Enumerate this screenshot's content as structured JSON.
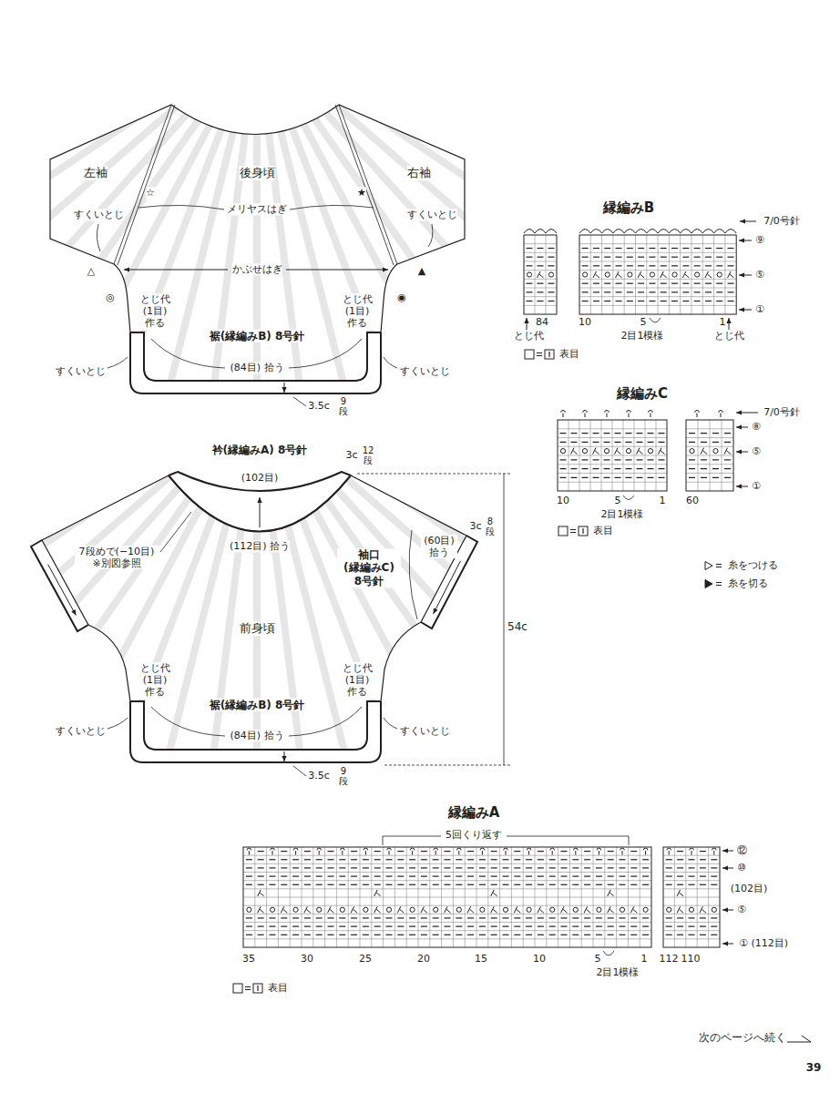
{
  "diagram": {
    "nodes": [
      {
        "text": [
          "左袖",
          "後身頃",
          "右袖"
        ]
      },
      {
        "text": [
          "前身頃"
        ]
      },
      {
        "text": [
          "縁編みB"
        ]
      },
      {
        "text": [
          "縁編みC"
        ]
      },
      {
        "text": [
          "縁編みA"
        ]
      }
    ],
    "labels": [
      "すくいとじ",
      "☆",
      "メリヤスはぎ",
      "★",
      "すくいとじ",
      "△",
      "かぶせはぎ",
      "▲",
      "◎",
      "とじ代 (1目) 作る",
      "とじ代 (1目) 作る",
      "◉",
      "裾(縁編みB) 8号針",
      "すくいとじ",
      "(84目) 拾う",
      "すくいとじ",
      "3.5c",
      "9段",
      "衿(縁編みA) 8号針",
      "3c",
      "12段",
      "(102目)",
      "7段めで(−10目) ※別図参照",
      "(112目) 拾う",
      "3c",
      "8段",
      "袖口 (縁編みC) 8号針",
      "(60目) 拾う",
      "54c",
      "とじ代 (1目) 作る",
      "とじ代 (1目) 作る",
      "裾(縁編みB) 8号針",
      "すくいとじ",
      "(84目) 拾う",
      "すくいとじ",
      "3.5c",
      "9段",
      "7/0号針",
      "⑨",
      "⑤",
      "①",
      "84",
      "10",
      "5",
      "1",
      "2目1模様",
      "とじ代",
      "とじ代",
      "7/0号針",
      "⑧",
      "⑤",
      "①",
      "10",
      "5",
      "1",
      "60",
      "2目1模様",
      "5回くり返す",
      "⑫",
      "⑩",
      "(102目)",
      "⑤",
      "① (112目)",
      "35",
      "30",
      "25",
      "20",
      "15",
      "10",
      "5",
      "1",
      "112",
      "110",
      "2目1模様",
      "次のページへ続く",
      "39"
    ],
    "legend": [
      {
        "text": "表目"
      },
      {
        "text": "表目"
      },
      {
        "text": "糸をつける"
      },
      {
        "text": "糸を切る"
      },
      {
        "text": "表目"
      }
    ]
  }
}
